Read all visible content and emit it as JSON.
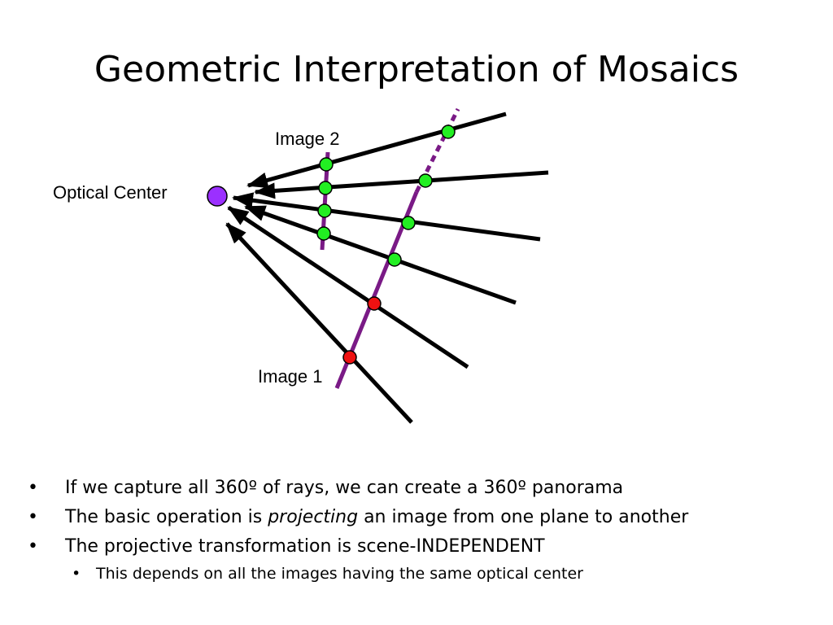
{
  "slide": {
    "title": "Geometric Interpretation of Mosaics"
  },
  "diagram": {
    "labels": {
      "optical_center": "Optical Center",
      "image2": "Image 2",
      "image1": "Image 1"
    },
    "colors": {
      "ray": "#000000",
      "image_plane": "#7a1a86",
      "optical_center_fill": "#9b30ff",
      "hit_green": "#22ee22",
      "hit_red": "#ee1111"
    }
  },
  "bullets": [
    {
      "text": "If we capture all 360º of rays, we can create a 360º panorama"
    },
    {
      "before": "The basic operation is ",
      "emphasis": "projecting",
      "after": " an image from one plane to another"
    },
    {
      "text": "The projective transformation is scene-INDEPENDENT"
    }
  ],
  "sub_bullets": [
    {
      "text": "This depends on all the images having the same optical center"
    }
  ]
}
